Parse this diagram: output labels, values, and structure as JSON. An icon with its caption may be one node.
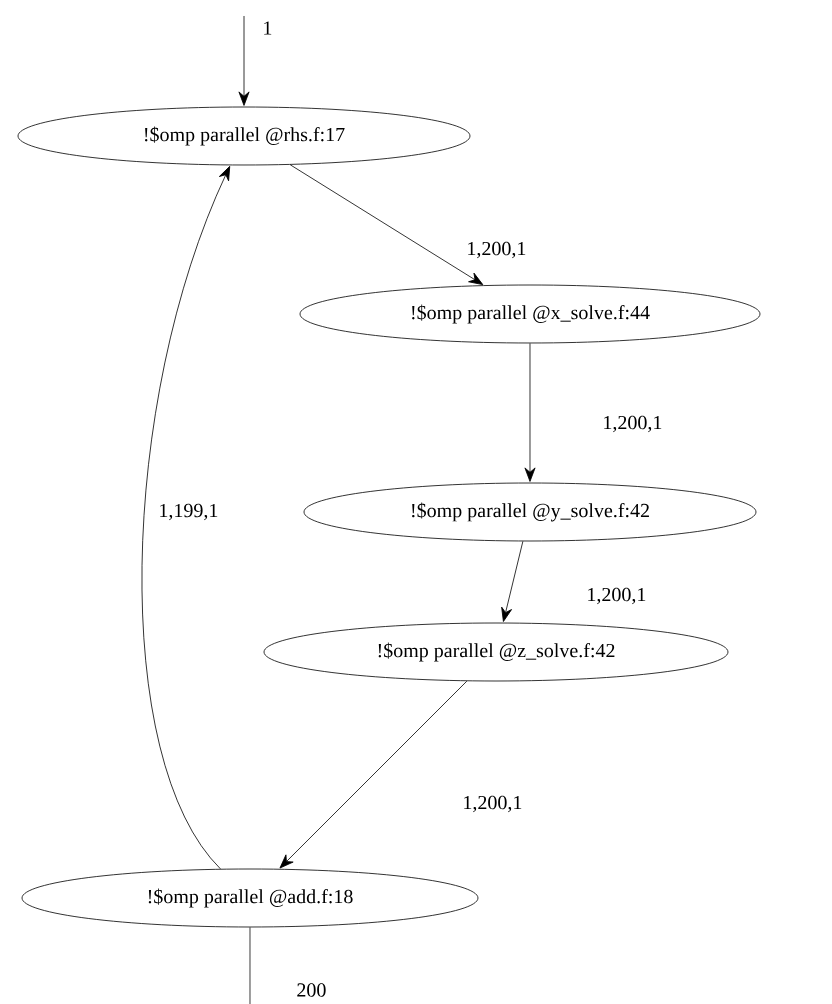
{
  "diagram": {
    "nodes": [
      {
        "text": [
          "!$omp parallel @rhs.f:17"
        ]
      },
      {
        "text": [
          "!$omp parallel @x_solve.f:44"
        ]
      },
      {
        "text": [
          "!$omp parallel @y_solve.f:42"
        ]
      },
      {
        "text": [
          "!$omp parallel @z_solve.f:42"
        ]
      },
      {
        "text": [
          "!$omp parallel @add.f:18"
        ]
      }
    ],
    "edges": [
      {
        "from": null,
        "to": 0,
        "arrow": "to",
        "label": "1"
      },
      {
        "from": 0,
        "to": 1,
        "arrow": "to",
        "label": "1,200,1"
      },
      {
        "from": 1,
        "to": 2,
        "arrow": "to",
        "label": "1,200,1"
      },
      {
        "from": 2,
        "to": 3,
        "arrow": "to",
        "label": "1,200,1"
      },
      {
        "from": 3,
        "to": 4,
        "arrow": "to",
        "label": "1,200,1"
      },
      {
        "from": 4,
        "to": 0,
        "arrow": "to",
        "label": "1,199,1"
      },
      {
        "from": 4,
        "to": null,
        "arrow": "none",
        "label": "200"
      }
    ]
  }
}
